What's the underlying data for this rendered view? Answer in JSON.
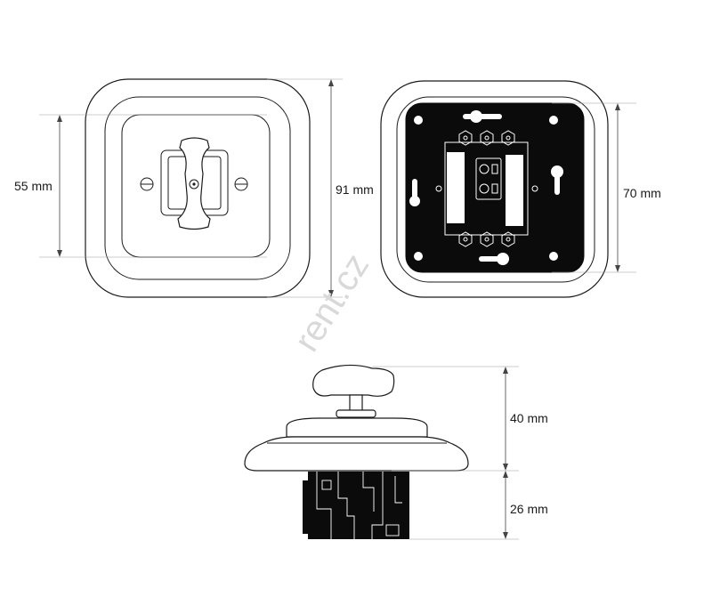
{
  "dimensions": {
    "front_inner": "55 mm",
    "front_outer": "91 mm",
    "back_plate": "70 mm",
    "side_height": "40 mm",
    "side_depth": "26 mm"
  },
  "watermark": "rent.cz",
  "colors": {
    "ink": "#1a1a1a",
    "mechanism": "#0b0b0b",
    "watermark": "#d9d9d9"
  }
}
